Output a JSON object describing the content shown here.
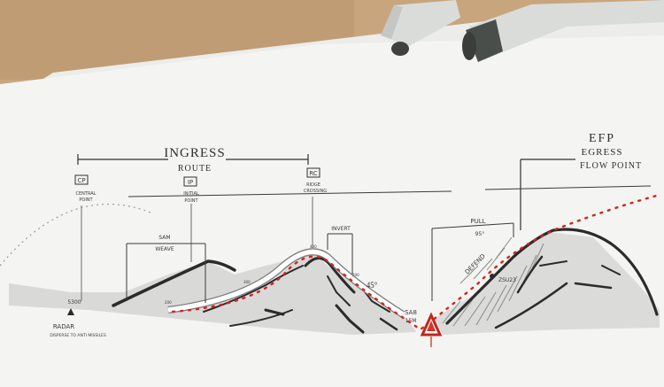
{
  "photo": {
    "subject": "hand-drawn flight profile sketch on paper with markers",
    "colors": {
      "desk": "#c9a57e",
      "paper": "#f4f4f2",
      "sheet_shadow": "#e6e6e4",
      "ink": "#2b2b2b",
      "grey_marker": "#b8b8b8",
      "route_red": "#d4231c",
      "marker_body": "#d9dcd9",
      "marker_cap": "#4a4e4a"
    }
  },
  "labels": {
    "ingress": "INGRESS",
    "route": "ROUTE",
    "efp": "EFP",
    "egress": "EGRESS",
    "flow_point": "FLOW POINT",
    "cp_box": "CP",
    "cp_text_1": "CENTRAL",
    "cp_text_2": "POINT",
    "ip_box": "IP",
    "ip_text_1": "INITIAL",
    "ip_text_2": "POINT",
    "rc_box": "RC",
    "rc_text_1": "RIDGE",
    "rc_text_2": "CROSSING",
    "sam": "SAM",
    "weave": "WEAVE",
    "invert": "INVERT",
    "angle_45": "45°",
    "pull": "PULL",
    "pull_angle": "95°",
    "defend": "DEFEND",
    "zsu": "ZSU23",
    "sa_1": "SA8",
    "sa_2": "15M",
    "alt_5300": "5300",
    "radar": "RADAR",
    "radar_sub": "DISPERSE TO ANTI MISSILES"
  }
}
